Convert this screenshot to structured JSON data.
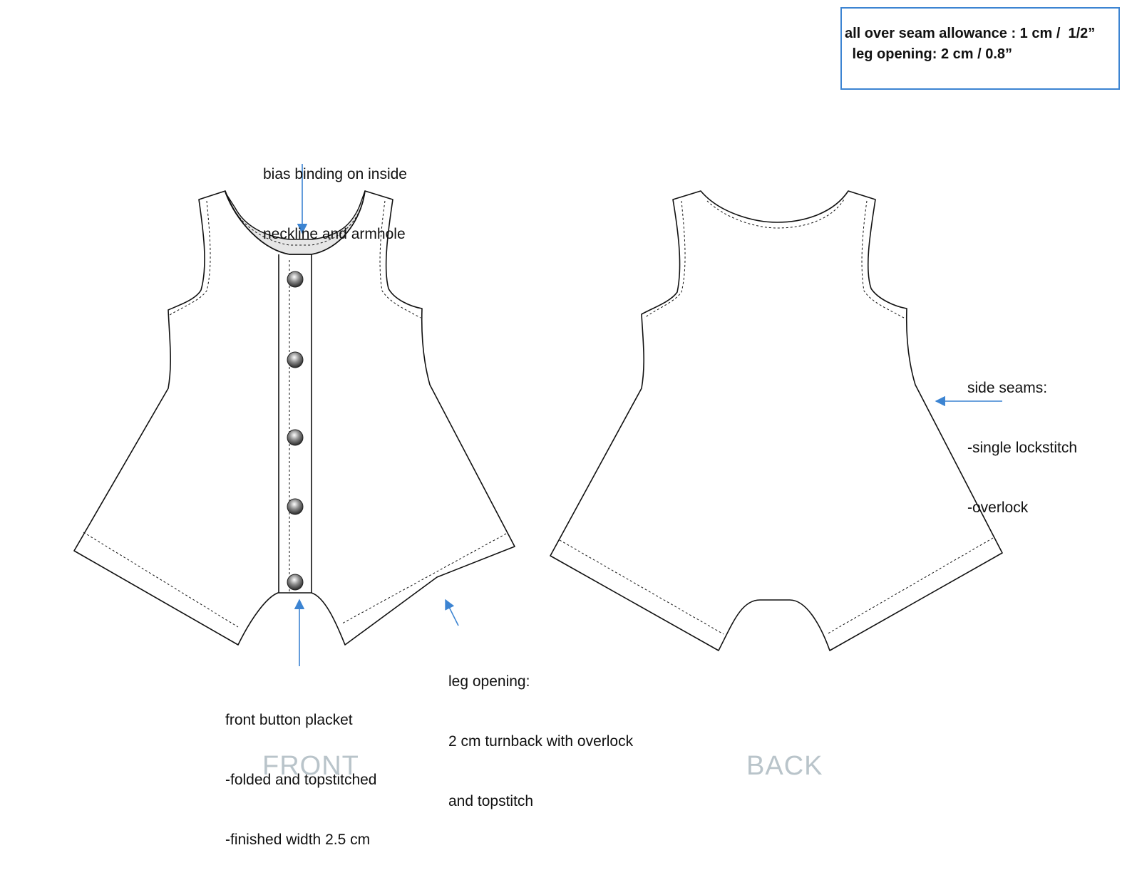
{
  "info_box": {
    "line1": "all over seam allowance : 1 cm /  1/2”",
    "line2": " leg opening: 2 cm / 0.8”"
  },
  "notes": {
    "bias_binding": [
      "bias binding on inside",
      "neckline and armhole"
    ],
    "placket": [
      "front button placket",
      "-folded and topstitched",
      "-finished width 2.5 cm"
    ],
    "leg_opening": [
      "leg opening:",
      "2 cm turnback with overlock",
      "and topstitch"
    ],
    "side_seams": [
      "side seams:",
      "-single lockstitch",
      "-overlock"
    ]
  },
  "views": {
    "front": "FRONT",
    "back": "BACK"
  },
  "colors": {
    "accent": "#3c84d2",
    "outline": "#111111",
    "label_gray": "#b9c4ca",
    "binding_fill": "#e6e6e6"
  }
}
